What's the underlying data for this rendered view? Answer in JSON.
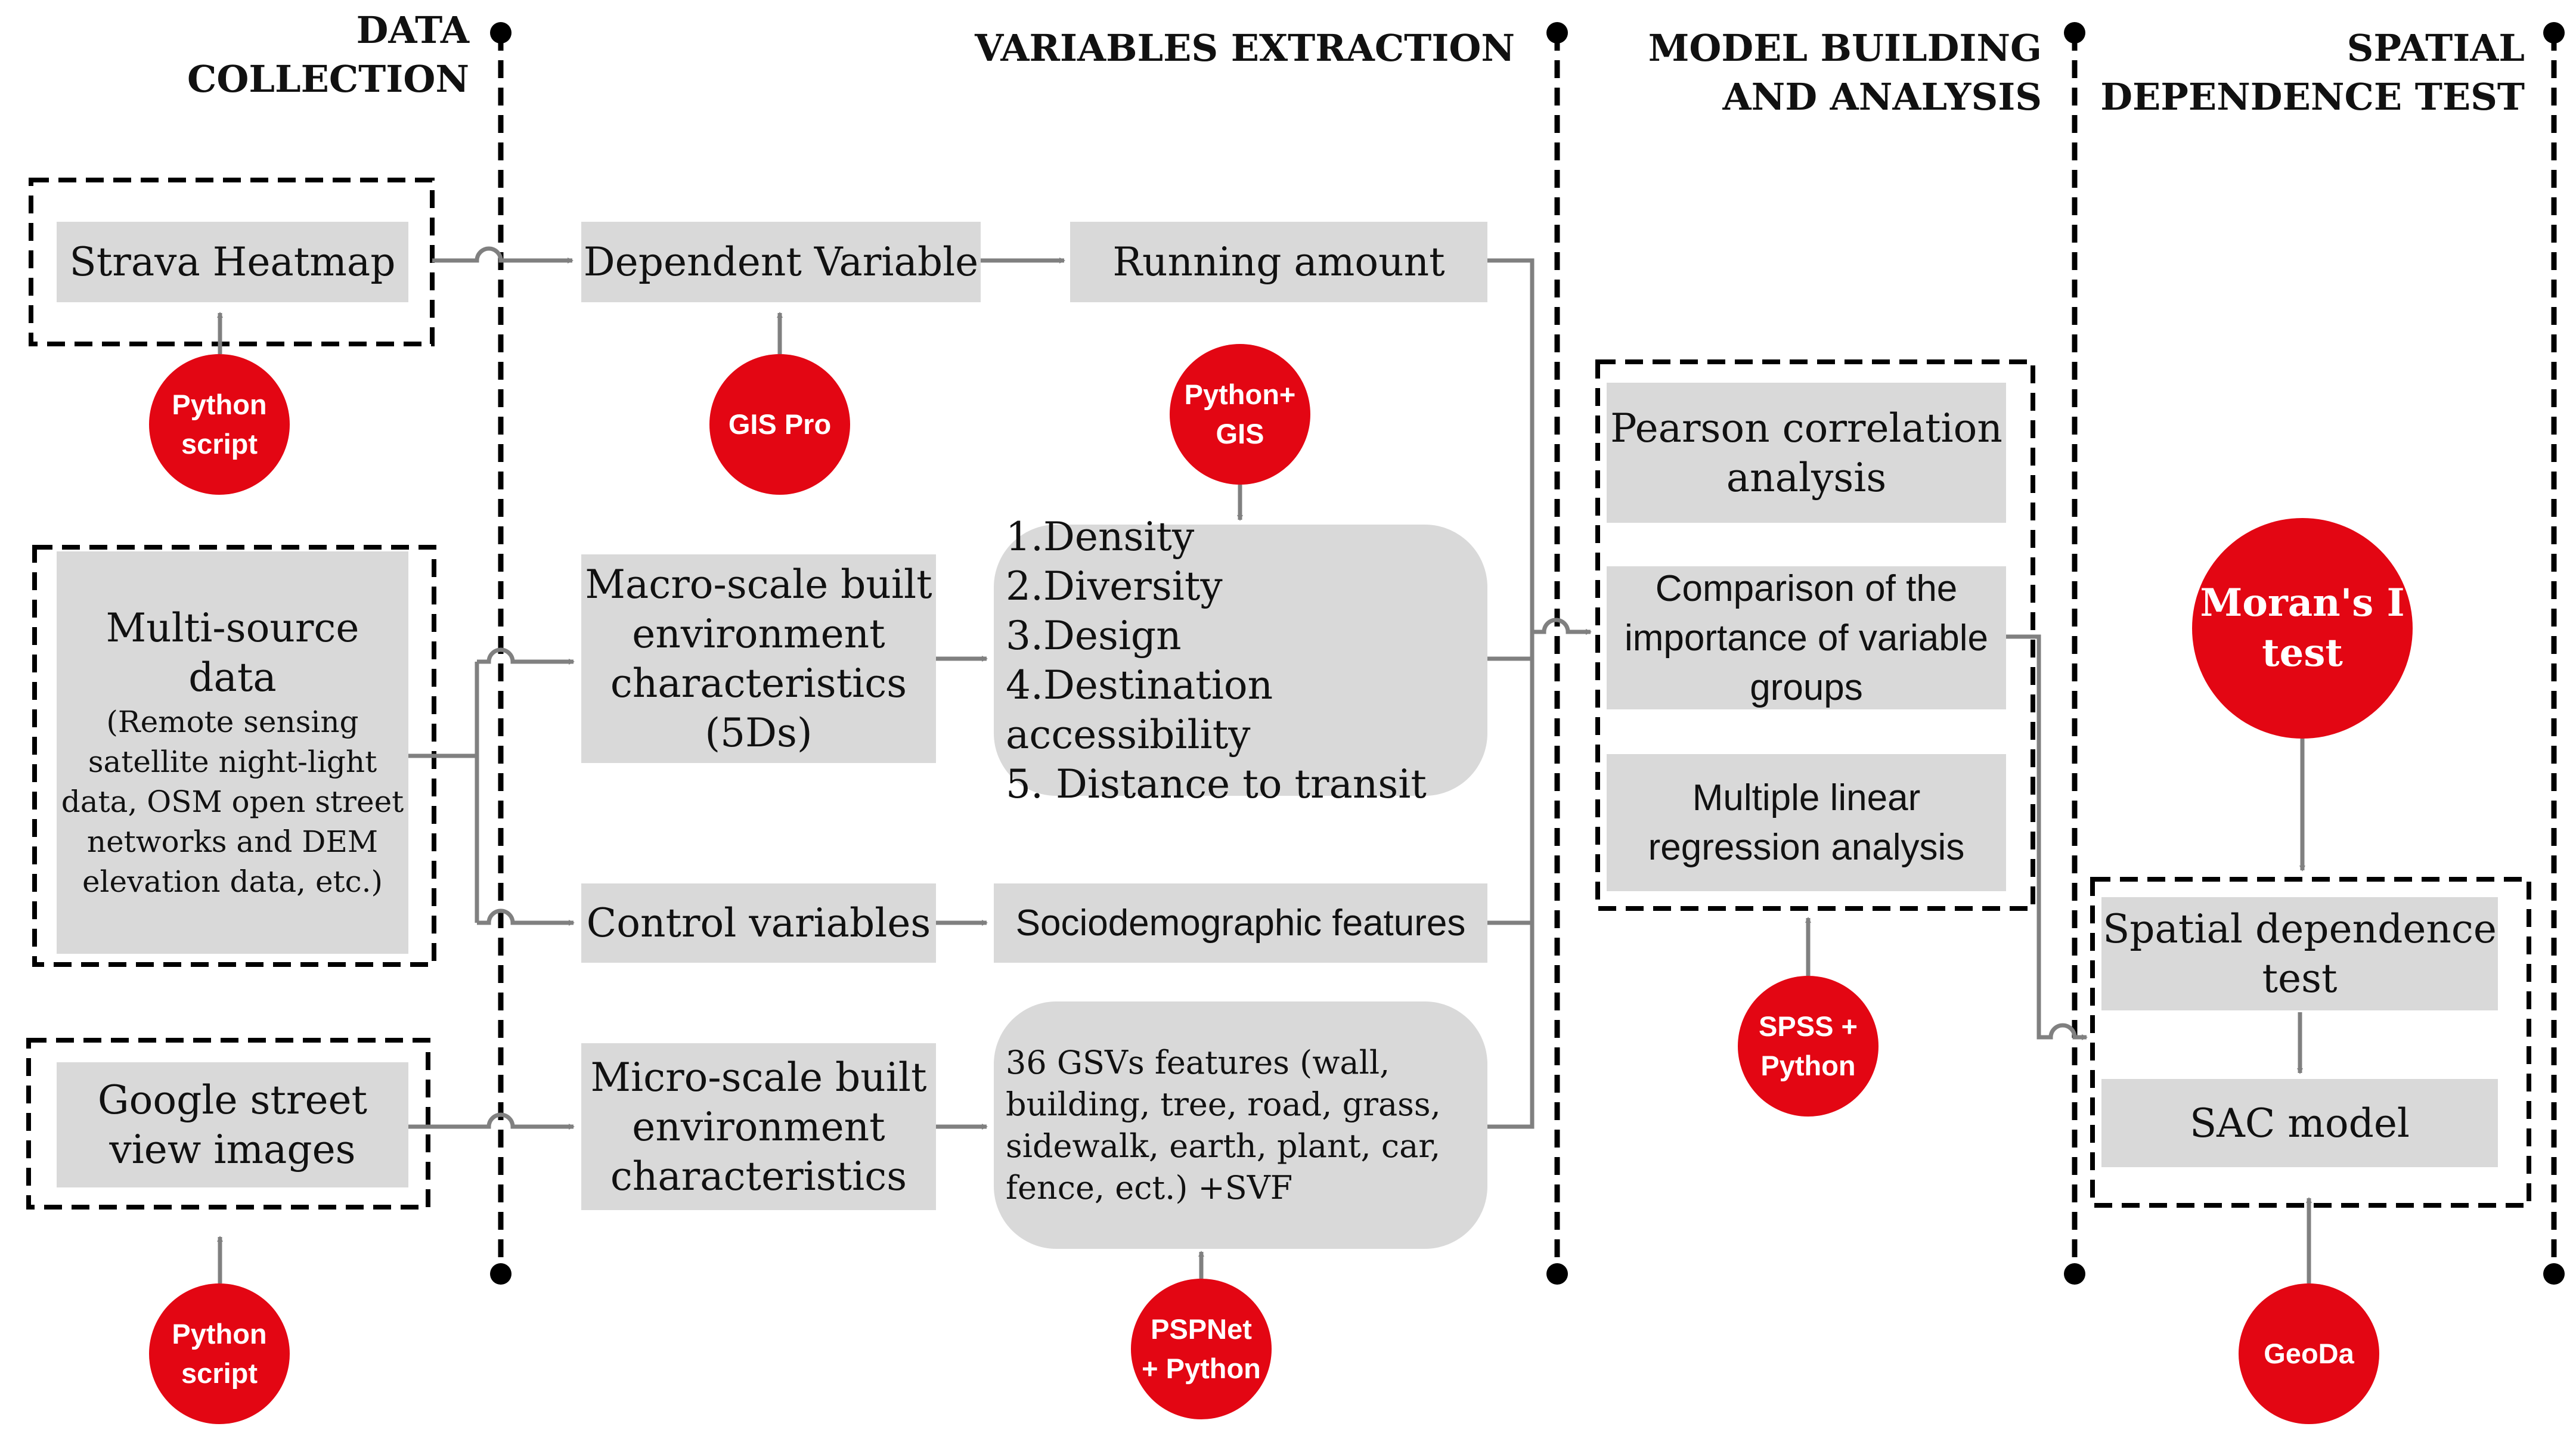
{
  "stages": {
    "data_collection": [
      "DATA",
      "COLLECTION"
    ],
    "variables_extraction": [
      "VARIABLES EXTRACTION"
    ],
    "model_building": [
      "MODEL BUILDING",
      "AND ANALYSIS"
    ],
    "spatial_dependence": [
      "SPATIAL",
      "DEPENDENCE TEST"
    ]
  },
  "data_sources": {
    "strava": [
      "Strava Heatmap"
    ],
    "multi_source": [
      "Multi-source data"
    ],
    "multi_source_detail": [
      "(Remote sensing",
      "satellite night-light",
      "data, OSM open street",
      "networks and DEM",
      "elevation data, etc.)"
    ],
    "google_street_view": [
      "Google street",
      "view images"
    ]
  },
  "variables": {
    "dependent": [
      "Dependent Variable"
    ],
    "macro_scale": [
      "Macro-scale built",
      "environment",
      "characteristics",
      "(5Ds)"
    ],
    "control": [
      "Control variables"
    ],
    "micro_scale": [
      "Micro-scale built",
      "environment",
      "characteristics"
    ]
  },
  "features": {
    "running_amount": [
      "Running amount"
    ],
    "five_ds": [
      "1.Density",
      "2.Diversity",
      "3.Design",
      "4.Destination accessibility",
      "5. Distance to transit"
    ],
    "sociodemographic": [
      "Sociodemographic features"
    ],
    "gsv_features": [
      "36 GSVs features (wall,",
      "building, tree, road, grass,",
      "sidewalk, earth, plant, car,",
      "fence, ect.) +SVF"
    ]
  },
  "analysis": {
    "pearson": [
      "Pearson correlation",
      "analysis"
    ],
    "comparison": [
      "Comparison of the",
      "importance of variable",
      "groups"
    ],
    "regression": [
      "Multiple linear",
      "regression analysis"
    ]
  },
  "spatial": {
    "dependence_test": [
      "Spatial dependence",
      "test"
    ],
    "sac_model": [
      "SAC model"
    ]
  },
  "tools": {
    "python_script_top": [
      "Python",
      "script"
    ],
    "gis_pro": [
      "GIS Pro"
    ],
    "python_gis": [
      "Python+",
      "GIS"
    ],
    "morans_i": [
      "Moran's I",
      "test"
    ],
    "spss_python": [
      "SPSS +",
      "Python"
    ],
    "python_script_bottom": [
      "Python",
      "script"
    ],
    "pspnet_python": [
      "PSPNet",
      "+ Python"
    ],
    "geoda": [
      "GeoDa"
    ]
  },
  "colors": {
    "tool_circle": "#e30613",
    "box_fill": "#d9d9d9",
    "arrow": "#808080",
    "stage_line": "#000000"
  }
}
